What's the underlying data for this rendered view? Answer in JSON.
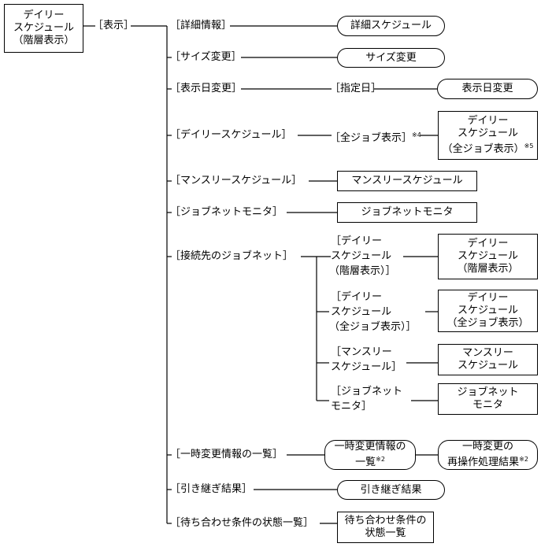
{
  "root": [
    "デイリー",
    "スケジュール",
    "（階層表示）"
  ],
  "menu": "［表示］",
  "items": {
    "detail": {
      "label": "［詳細情報］",
      "target": "詳細スケジュール"
    },
    "resize": {
      "label": "［サイズ変更］",
      "target": "サイズ変更"
    },
    "date": {
      "label": "［表示日変更］",
      "sub": "［指定日］",
      "target": "表示日変更"
    },
    "daily": {
      "label": "［デイリースケジュール］",
      "sub": "［全ジョブ表示］",
      "sub_note": "※4",
      "target": [
        "デイリー",
        "スケジュール",
        "（全ジョブ表示）"
      ],
      "target_note": "※5"
    },
    "monthly": {
      "label": "［マンスリースケジュール］",
      "target": "マンスリースケジュール"
    },
    "jobnet_monitor": {
      "label": "［ジョブネットモニタ］",
      "target": "ジョブネットモニタ"
    },
    "connected": {
      "label": "［接続先のジョブネット］",
      "subs": [
        {
          "label": [
            "［デイリー",
            "スケジュール",
            "（階層表示）］"
          ],
          "target": [
            "デイリー",
            "スケジュール",
            "（階層表示）"
          ]
        },
        {
          "label": [
            "［デイリー",
            "スケジュール",
            "（全ジョブ表示）］"
          ],
          "target": [
            "デイリー",
            "スケジュール",
            "（全ジョブ表示）"
          ]
        },
        {
          "label": [
            "［マンスリー",
            "スケジュール］"
          ],
          "target": [
            "マンスリー",
            "スケジュール"
          ]
        },
        {
          "label": [
            "［ジョブネット",
            "モニタ］"
          ],
          "target": [
            "ジョブネット",
            "モニタ"
          ]
        }
      ]
    },
    "temp_change": {
      "label": "［一時変更情報の一覧］",
      "mid": [
        "一時変更情報の",
        "一覧"
      ],
      "mid_note": "※2",
      "target": [
        "一時変更の",
        "再操作処理結果"
      ],
      "target_note": "※2"
    },
    "takeover": {
      "label": "［引き継ぎ結果］",
      "target": "引き継ぎ結果"
    },
    "wait": {
      "label": "［待ち合わせ条件の状態一覧］",
      "target": [
        "待ち合わせ条件の",
        "状態一覧"
      ]
    }
  }
}
